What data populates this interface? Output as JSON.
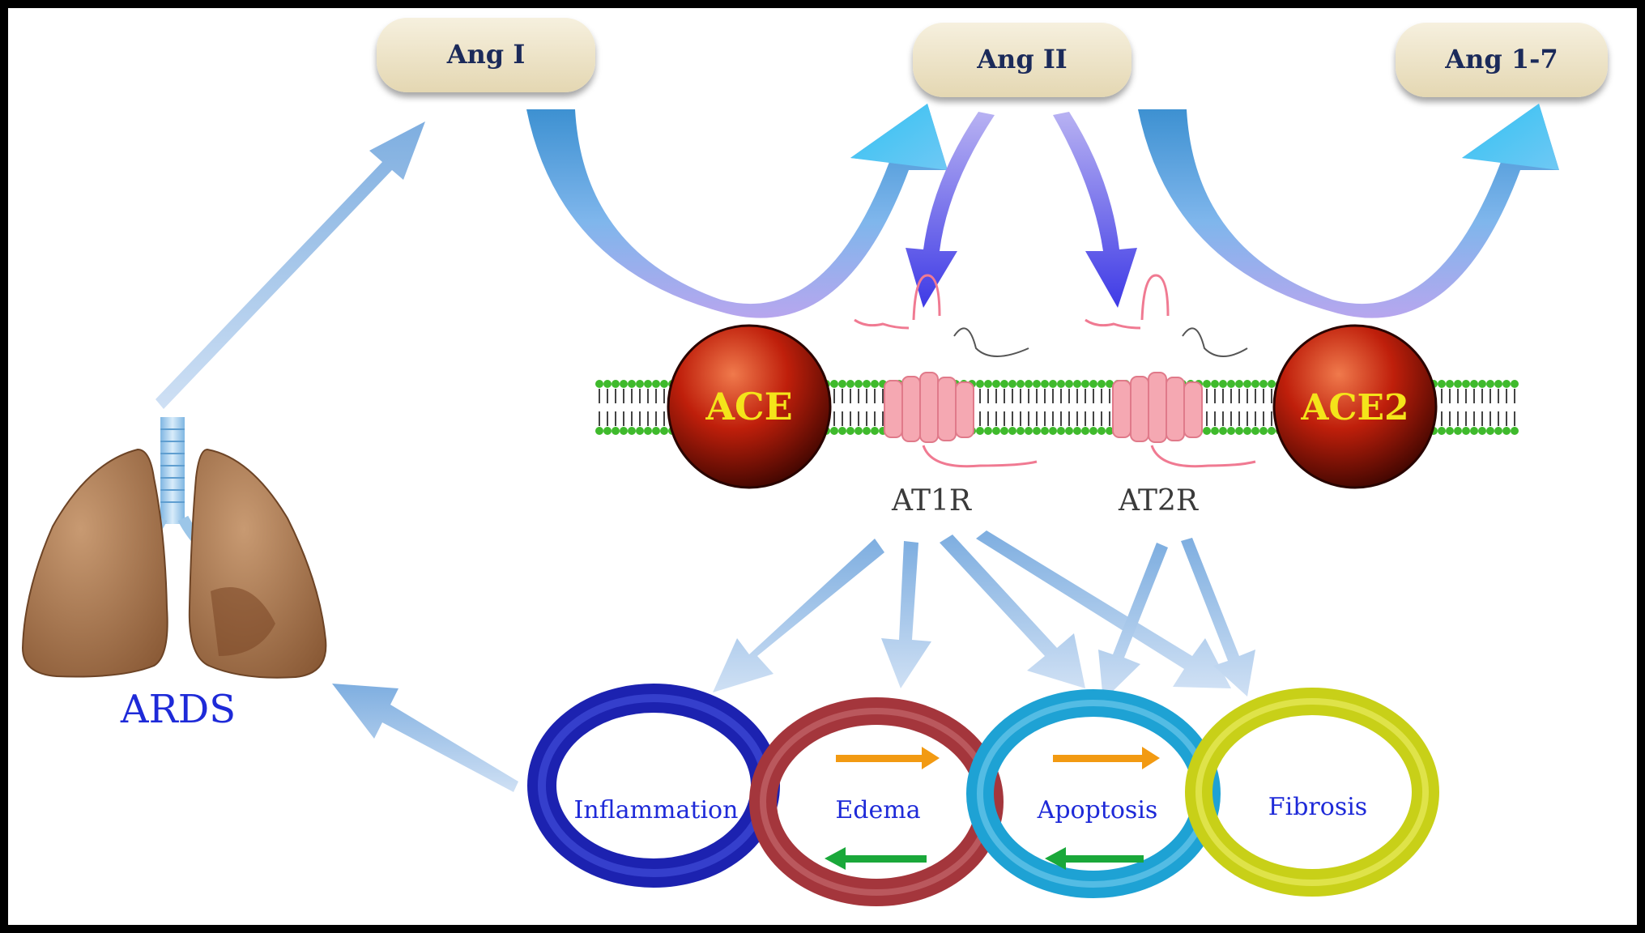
{
  "nodes": {
    "ang1": "Ang I",
    "ang2": "Ang II",
    "ang17": "Ang 1-7",
    "ace": "ACE",
    "ace2": "ACE2",
    "at1r": "AT1R",
    "at2r": "AT2R",
    "ards": "ARDS"
  },
  "outcomes": {
    "inflammation": "Inflammation",
    "edema": "Edema",
    "apoptosis": "Apoptosis",
    "fibrosis": "Fibrosis"
  },
  "colors": {
    "pill_fill": "#efe6cc",
    "label_navy": "#1b2a5a",
    "enzyme_red": "#b01808",
    "enzyme_text": "#f4e41a",
    "receptor_text": "#3a3a3a",
    "ards_text": "#1e2ad8",
    "ring_inflammation": "#1c22b0",
    "ring_edema": "#a4363c",
    "ring_apoptosis": "#1ea2d4",
    "ring_fibrosis": "#c8d018",
    "arrow_orange": "#f29a12",
    "arrow_green": "#1aa83a",
    "membrane_green": "#3fba2c"
  }
}
